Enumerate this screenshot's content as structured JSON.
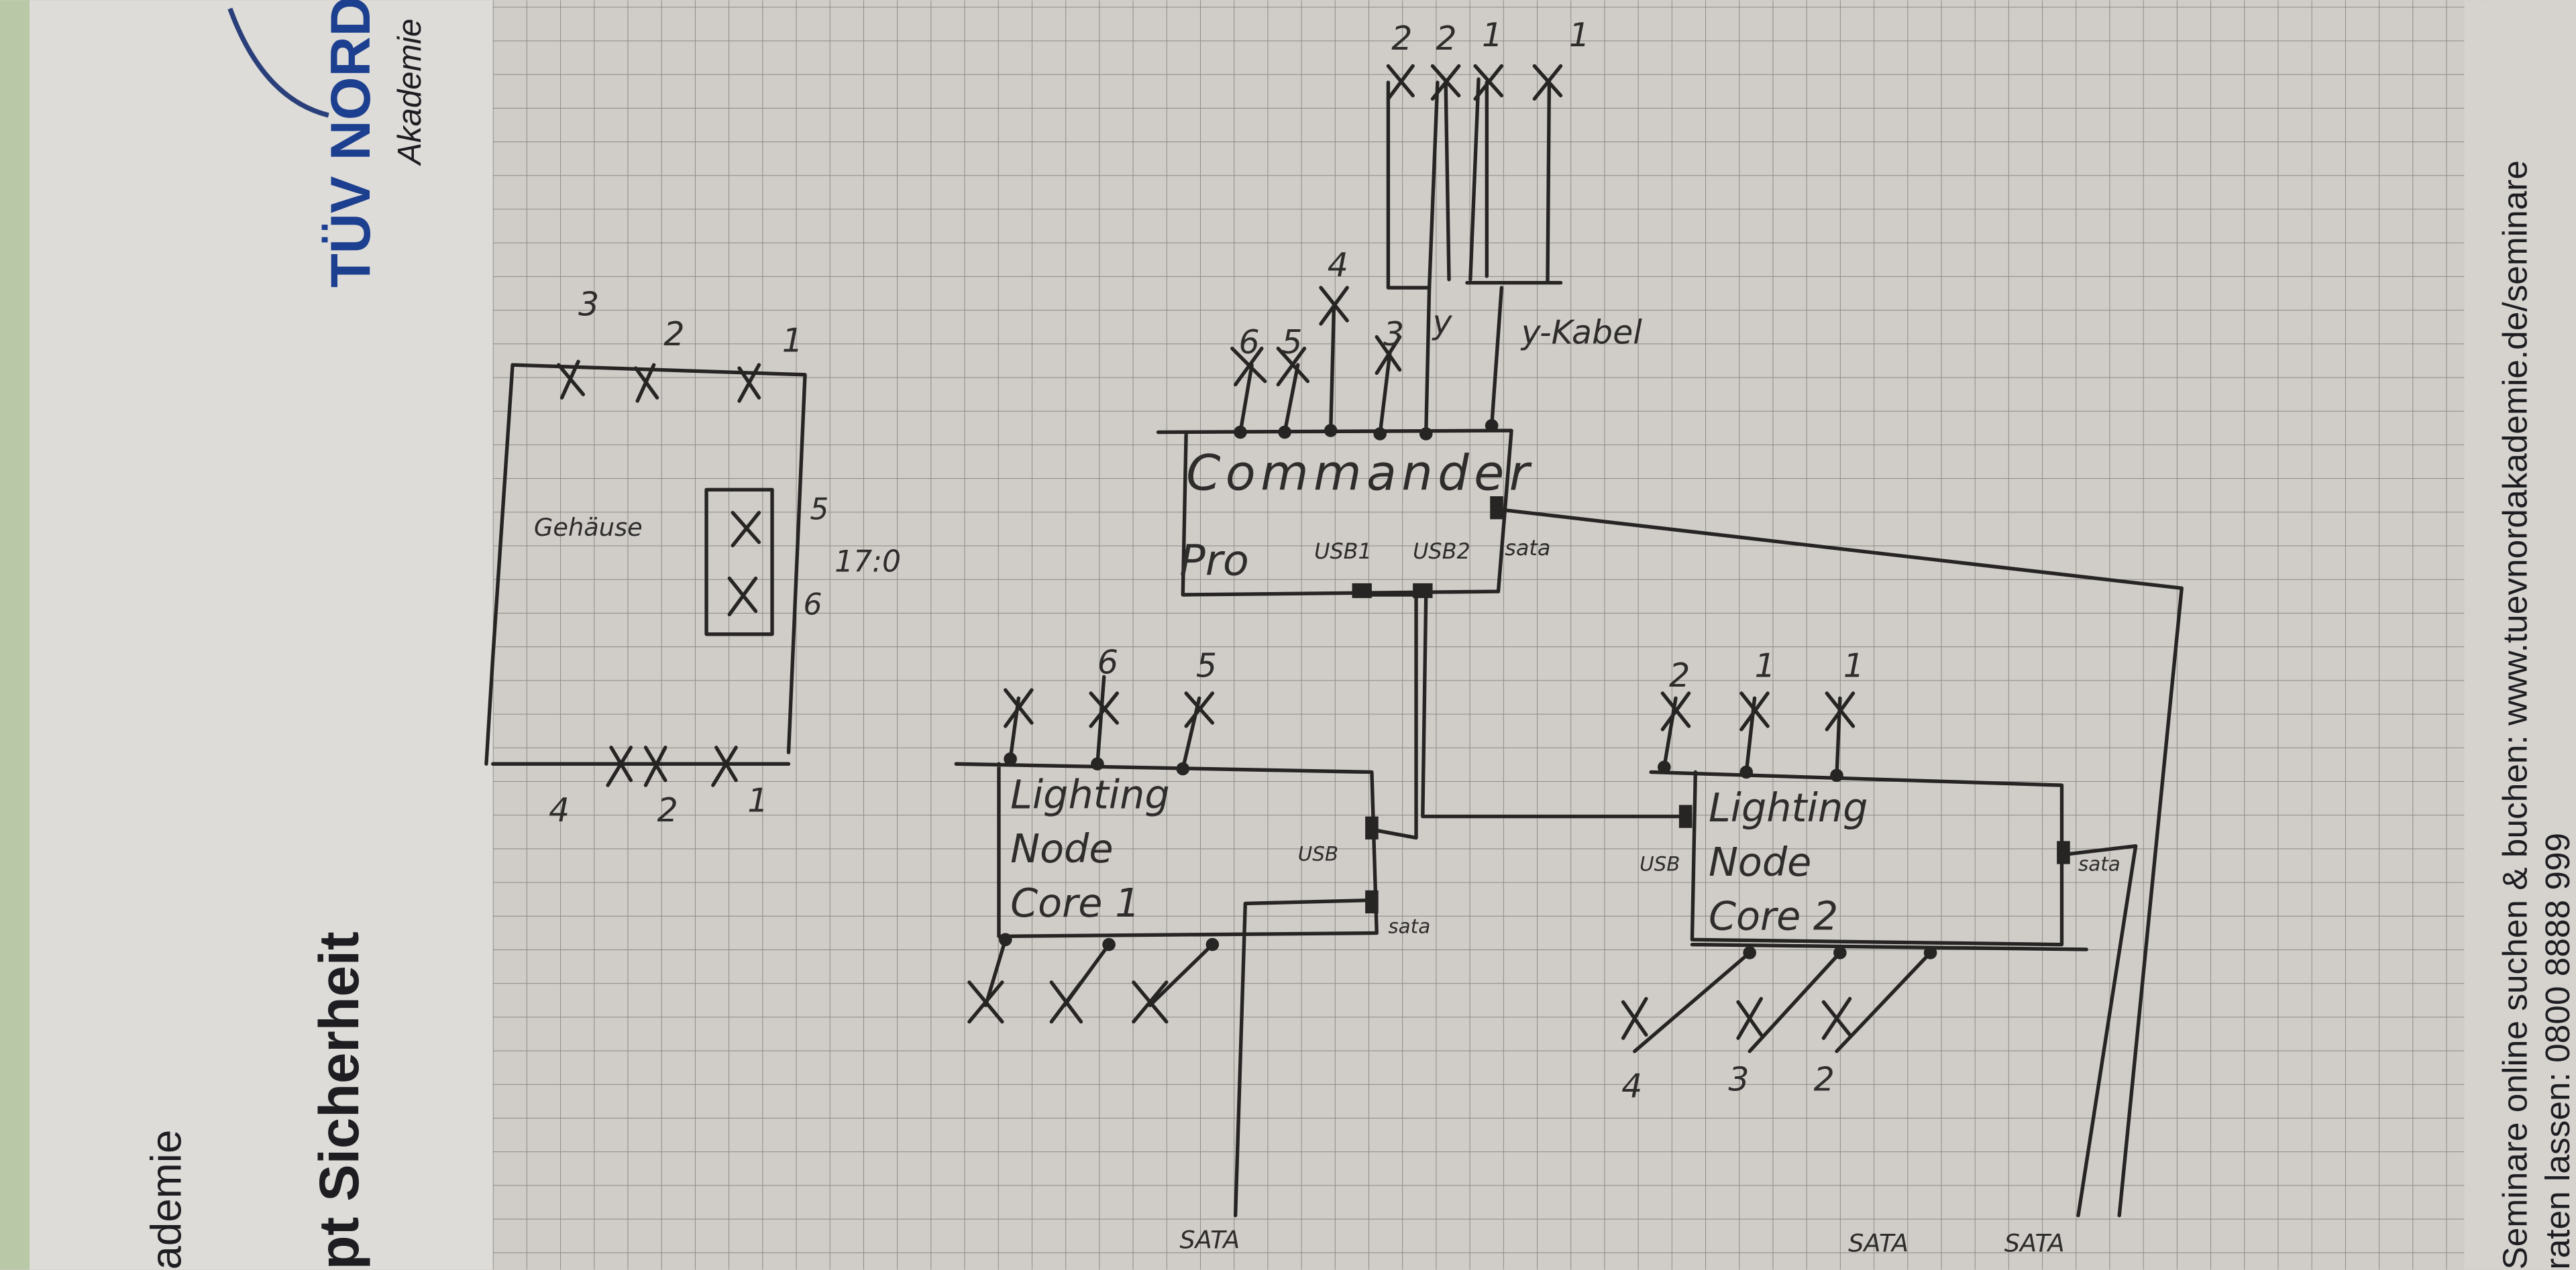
{
  "printed": {
    "logo_brand": "TÜV NORD",
    "logo_sub": "Akademie",
    "left_heading": "pt Sicherheit",
    "left_sub": "ademie",
    "footer_line1": "Seminare online suchen & buchen: www.tuevnordakademie.de/seminare",
    "footer_line2": "raten lassen: 0800 8888 999"
  },
  "case_box": {
    "label": "Gehäuse",
    "top_numbers": [
      "3",
      "2",
      "1"
    ],
    "bottom_numbers": [
      "4",
      "2",
      "1"
    ],
    "side_numbers": [
      "5",
      "6"
    ],
    "side_note": "17:0"
  },
  "commander": {
    "line1": "Commander",
    "line2": "Pro",
    "port_usb1": "USB1",
    "port_usb2": "USB2",
    "port_sata": "sata",
    "fan_numbers": [
      "6",
      "5",
      "4",
      "3",
      "y"
    ],
    "y_cable_label": "y-Kabel",
    "top_numbers": [
      "2",
      "2",
      "1",
      "1"
    ]
  },
  "node1": {
    "line1": "Lighting",
    "line2": "Node",
    "line3": "Core   1",
    "port_usb": "USB",
    "port_sata": "sata",
    "top_numbers": [
      "6",
      "5"
    ],
    "sata_label": "SATA"
  },
  "node2": {
    "line1": "Lighting",
    "line2": "Node",
    "line3": "Core   2",
    "port_usb": "USB",
    "port_sata": "sata",
    "top_numbers": [
      "2",
      "1",
      "1"
    ],
    "bottom_numbers": [
      "4",
      "3",
      "2"
    ],
    "sata_labels": [
      "SATA",
      "SATA"
    ]
  },
  "colors": {
    "paper": "#cfccc7",
    "grid": "#8c8986",
    "ink": "#262524",
    "logo": "#1c3f8f"
  }
}
